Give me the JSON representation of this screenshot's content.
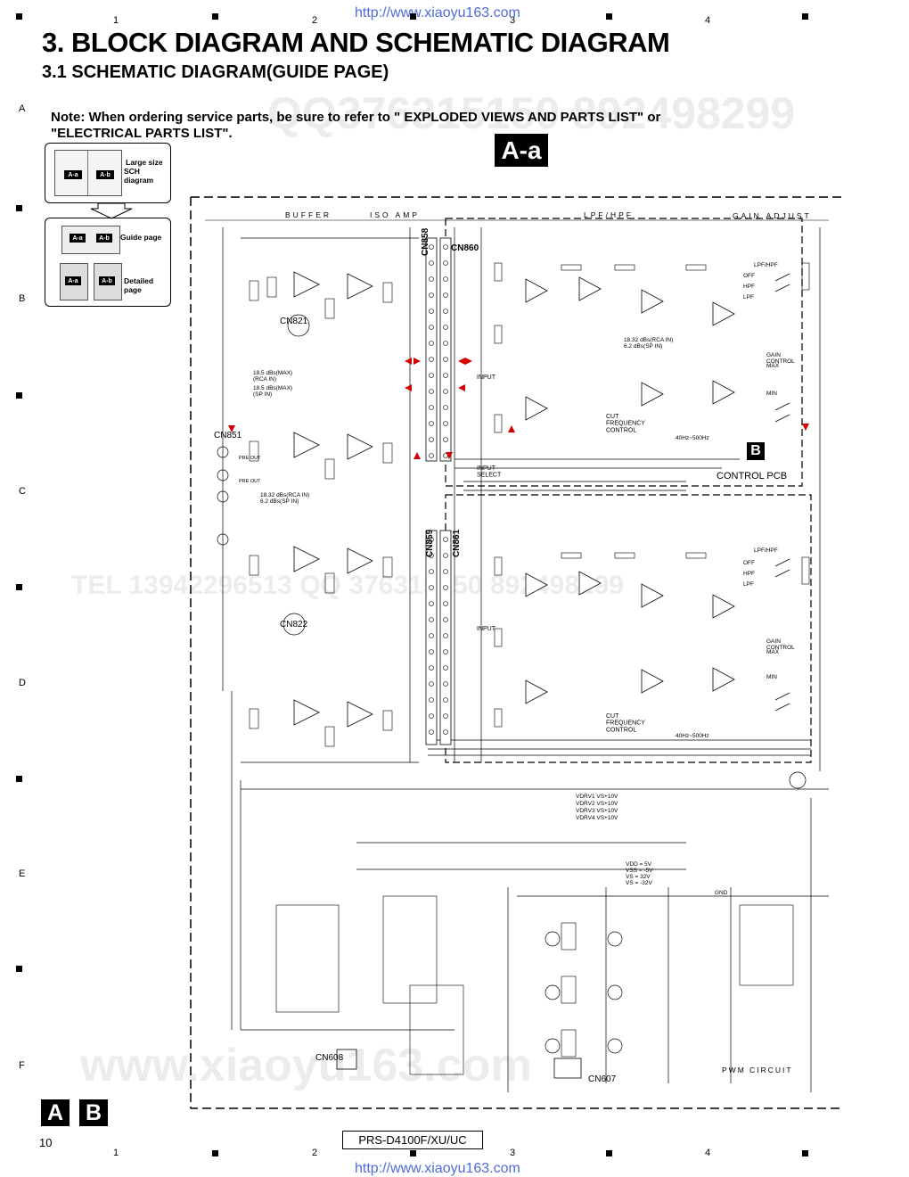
{
  "header": {
    "url_top": "http://www.xiaoyu163.com",
    "url_bottom": "http://www.xiaoyu163.com",
    "title": "3. BLOCK DIAGRAM AND SCHEMATIC DIAGRAM",
    "subtitle": "3.1  SCHEMATIC DIAGRAM(GUIDE PAGE)",
    "note_line1": "Note: When ordering service parts, be sure to refer to \" EXPLODED VIEWS AND PARTS LIST\" or",
    "note_line2": "\"ELECTRICAL PARTS LIST\"."
  },
  "grid": {
    "columns": [
      "1",
      "2",
      "3",
      "4"
    ],
    "rows": [
      "A",
      "B",
      "C",
      "D",
      "E",
      "F"
    ]
  },
  "guide": {
    "large_size_label": "Large size",
    "sch_diagram_label": "SCH diagram",
    "guide_page_label": "Guide page",
    "detailed_page_label": "Detailed page",
    "tag_aa": "A-a",
    "tag_ab": "A-b"
  },
  "badges": {
    "aa": "A-a",
    "b": "B",
    "a": "A",
    "b2": "B"
  },
  "schematic": {
    "buffer": "BUFFER",
    "iso_amp": "ISO AMP",
    "lpf_hpf": "LPF/HPF",
    "gain_adjust": "GAIN ADJUST",
    "cn858": "CN858",
    "cn860": "CN860",
    "cn859": "CN859",
    "cn861": "CN861",
    "cn821": "CN821",
    "cn822": "CN822",
    "cn851": "CN851",
    "cn608": "CN608",
    "cn607": "CN607",
    "control_pcb": "CONTROL PCB",
    "pwm_circuit": "PWM CIRCUIT",
    "input_select": "INPUT\nSELECT",
    "input": "INPUT",
    "cut_freq": "CUT\nFREQUENCY\nCONTROL",
    "range": "40Hz~500Hz",
    "dbs1": "18.32 dBs(RCA IN)",
    "dbs2": "6.2 dBs(SP IN)",
    "dbs3": "18.5 dBs(MAX)",
    "dbs4": "(RCA IN)",
    "dbs5": "18.5 dBs(MAX)",
    "dbs6": "(SP IN)",
    "gain_control": "GAIN\nCONTROL",
    "max": "MAX",
    "min": "MIN",
    "lpf_hpf_sw": "LPF/HPF",
    "off": "OFF",
    "hpf": "HPF",
    "lpf": "LPF",
    "vdd": "VDD = 5V",
    "vss": "VSS = -5V",
    "vs1": "VS = 32V",
    "vs2": "VS = -32V",
    "gnd": "GND",
    "pre_out": "PRE OUT",
    "vdrv1": "VDRV1  VS+10V",
    "vdrv2": "VDRV2  VS+10V",
    "vdrv3": "VDRV3  VS+10V",
    "vdrv4": "VDRV4  VS+10V"
  },
  "footer": {
    "page_number": "10",
    "model": "PRS-D4100F/XU/UC"
  },
  "watermarks": {
    "wm1": "QQ376315150  892498299",
    "wm2": "TEL 13942296513  QQ 376315150  892498299",
    "wm3": "www.xiaoyu163.com"
  }
}
